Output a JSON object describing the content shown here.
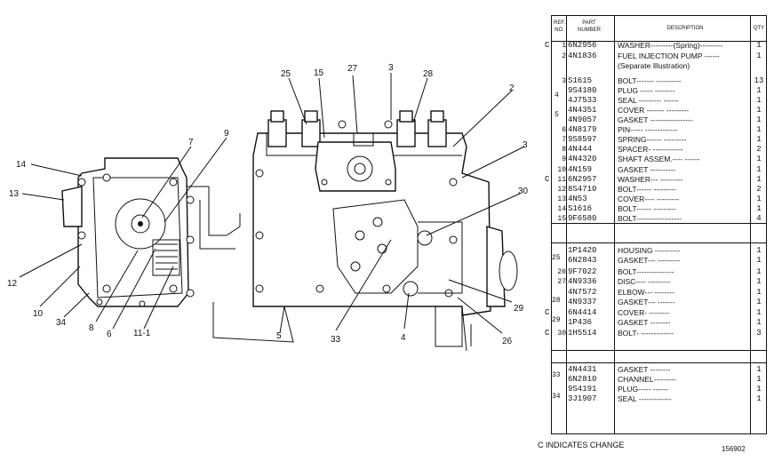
{
  "callouts": [
    "25",
    "15",
    "27",
    "3",
    "28",
    "2",
    "3",
    "7",
    "9",
    "14",
    "13",
    "30",
    "12",
    "10",
    "34",
    "8",
    "6",
    "11-1",
    "5",
    "33",
    "4",
    "26",
    "29"
  ],
  "table": {
    "headers": {
      "ref": "REF. NO.",
      "part": "PART NUMBER",
      "description": "DESCRIPTION",
      "qty": "QTY"
    },
    "rows": [
      {
        "c": "C",
        "ref": "1",
        "part": "6N2956",
        "desc": "WASHER---------(Spring)---------",
        "qty": "1"
      },
      {
        "c": "",
        "ref": "2",
        "part": "4N1836",
        "desc": "FUEL INJECTION PUMP ------",
        "qty": "1"
      },
      {
        "c": "",
        "ref": "",
        "part": "",
        "desc": "(Separate Illustration)",
        "qty": ""
      },
      {
        "c": "",
        "ref": "3",
        "part": "S1615",
        "desc": "BOLT------- ----------",
        "qty": "13"
      },
      {
        "c": "",
        "ref": "",
        "part": "9S4180",
        "desc": "PLUG -----  --------",
        "qty": "1"
      },
      {
        "c": "",
        "ref": "",
        "part": "4J7533",
        "desc": "SEAL   ---------  ------",
        "qty": "1"
      },
      {
        "c": "",
        "ref": "",
        "part": "4N4351",
        "desc": "COVER  -------  ---------",
        "qty": "1"
      },
      {
        "c": "",
        "ref": "",
        "part": "4N9057",
        "desc": "GASKET -----------------",
        "qty": "1"
      },
      {
        "c": "",
        "ref": "6",
        "part": "4N8179",
        "desc": "PIN-----  -------------",
        "qty": "1"
      },
      {
        "c": "",
        "ref": "7",
        "part": "9S8597",
        "desc": "SPRING------  ---------",
        "qty": "1"
      },
      {
        "c": "",
        "ref": "8",
        "part": "4N444",
        "desc": "SPACER-  ------------",
        "qty": "2"
      },
      {
        "c": "",
        "ref": "9",
        "part": "4N4320",
        "desc": "SHAFT ASSEM.----  ------",
        "qty": "1"
      },
      {
        "c": "",
        "ref": "10",
        "part": "4N159",
        "desc": "GASKET  ----------",
        "qty": "1"
      },
      {
        "c": "C",
        "ref": "11",
        "part": "6N2957",
        "desc": "WASHER---  ---------",
        "qty": "1"
      },
      {
        "c": "",
        "ref": "12",
        "part": "8S4710",
        "desc": "BOLT------  ---------",
        "qty": "2"
      },
      {
        "c": "",
        "ref": "13",
        "part": "4N53",
        "desc": "COVER----  ---------",
        "qty": "1"
      },
      {
        "c": "",
        "ref": "14",
        "part": "S1616",
        "desc": "BOLT------  ---------",
        "qty": "1"
      },
      {
        "c": "",
        "ref": "15",
        "part": "9F6580",
        "desc": "BOLT------------------",
        "qty": "4"
      },
      {
        "c": "",
        "ref": "",
        "part": "1P1420",
        "desc": "HOUSING  ----------",
        "qty": "1"
      },
      {
        "c": "",
        "ref": "",
        "part": "6N2843",
        "desc": "GASKET---  ---------",
        "qty": "1"
      },
      {
        "c": "",
        "ref": "26",
        "part": "9F7022",
        "desc": "BOLT---------------",
        "qty": "1"
      },
      {
        "c": "",
        "ref": "27",
        "part": "4N9336",
        "desc": "DISC----  ---------",
        "qty": "1"
      },
      {
        "c": "",
        "ref": "",
        "part": "4N7572",
        "desc": "ELBOW---  --------",
        "qty": "1"
      },
      {
        "c": "",
        "ref": "",
        "part": "4N9337",
        "desc": "GASKET---  -------",
        "qty": "1"
      },
      {
        "c": "C",
        "ref": "",
        "part": "6N4414",
        "desc": "COVER- --------",
        "qty": "1"
      },
      {
        "c": "",
        "ref": "",
        "part": "1P436",
        "desc": "GASKET --------",
        "qty": "1"
      },
      {
        "c": "C",
        "ref": "30",
        "part": "1H5514",
        "desc": "BOLT-  -------------",
        "qty": "3"
      },
      {
        "c": "",
        "ref": "",
        "part": "4N4431",
        "desc": "GASKET --------",
        "qty": "1"
      },
      {
        "c": "",
        "ref": "",
        "part": "6N2810",
        "desc": "CHANNEL---------",
        "qty": "1"
      },
      {
        "c": "",
        "ref": "",
        "part": "9S4191",
        "desc": "PLUG-----  ------",
        "qty": "1"
      },
      {
        "c": "",
        "ref": "",
        "part": "3J1907",
        "desc": "SEAL  -------------",
        "qty": "1"
      }
    ],
    "group_labels": [
      "4",
      "5",
      "25",
      "28",
      "29",
      "33",
      "34"
    ]
  },
  "footer_note": "C INDICATES CHANGE",
  "drawing_number": "156902"
}
